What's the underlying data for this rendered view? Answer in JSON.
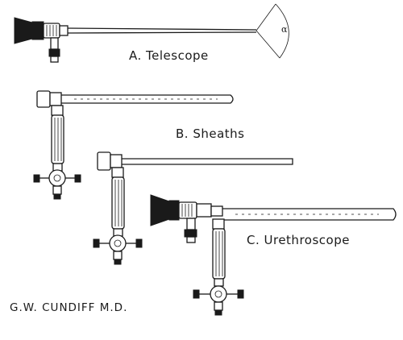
{
  "labels": {
    "telescope": "A. Telescope",
    "sheaths": "B. Sheaths",
    "urethroscope": "C. Urethroscope",
    "signature": "G.W. CUNDIFF M.D.",
    "angle": "α"
  },
  "colors": {
    "ink": "#1a1a1a",
    "background": "#ffffff"
  }
}
